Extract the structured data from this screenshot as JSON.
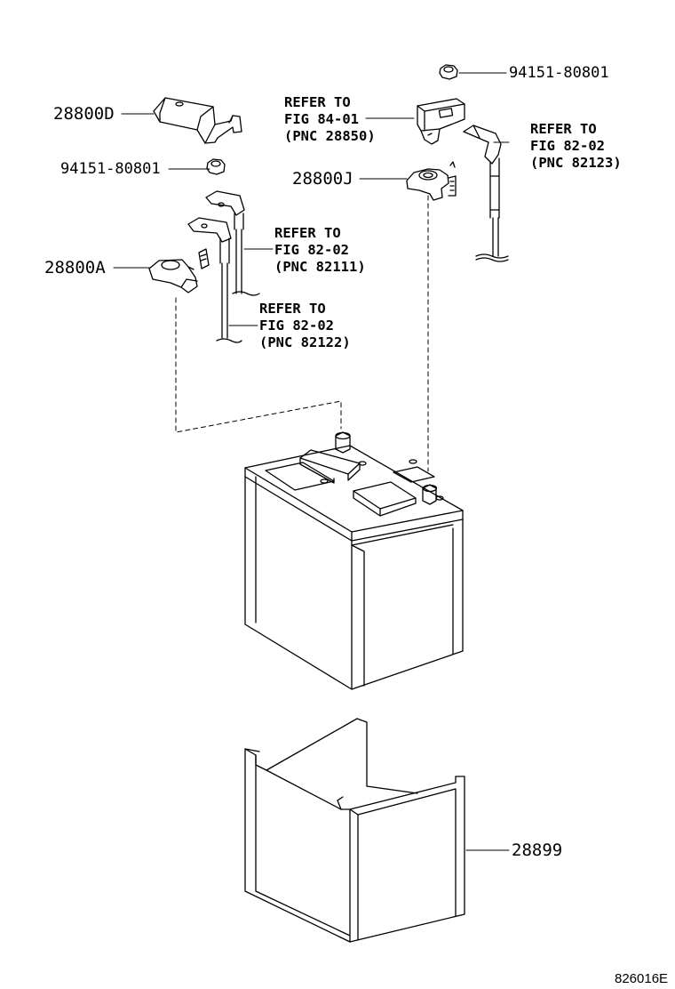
{
  "parts": {
    "nut_top": "94151-80801",
    "cover_d": "28800D",
    "nut_left": "94151-80801",
    "terminal_j": "28800J",
    "terminal_a": "28800A",
    "tray": "28899"
  },
  "references": {
    "fig_84_01": {
      "line1": "REFER TO",
      "line2": "FIG 84-01",
      "line3": "(PNC 28850)"
    },
    "fig_82_02_a": {
      "line1": "REFER TO",
      "line2": "FIG 82-02",
      "line3": "(PNC 82123)"
    },
    "fig_82_02_b": {
      "line1": "REFER TO",
      "line2": "FIG 82-02",
      "line3": "(PNC 82111)"
    },
    "fig_82_02_c": {
      "line1": "REFER TO",
      "line2": "FIG 82-02",
      "line3": "(PNC 82122)"
    }
  },
  "diagram_code": "826016E"
}
